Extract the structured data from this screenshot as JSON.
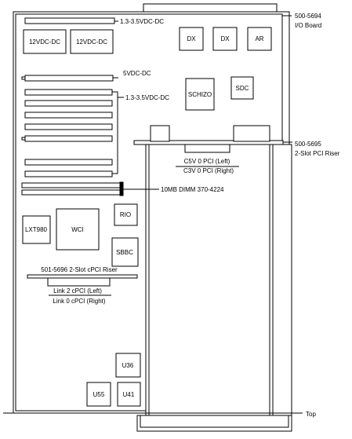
{
  "callouts": {
    "io_board_part": "500-5694",
    "io_board_name": "I/O Board",
    "riser_part": "500-5695",
    "riser_name": "2-Slot PCI Riser",
    "vdc_5": "5VDC-DC",
    "vdc_13_top": "1.3-3.5VDC-DC",
    "vdc_13_mid": "1.3-3.5VDC-DC",
    "dimm": "10MB DIMM 370-4224",
    "top": "Top"
  },
  "chips": {
    "dc12_a": "12VDC-DC",
    "dc12_b": "12VDC-DC",
    "dx1": "DX",
    "dx2": "DX",
    "ar": "AR",
    "schizo": "SCHIZO",
    "sdc": "SDC",
    "lxt": "LXT980",
    "wci": "WCI",
    "rio": "RIO",
    "sbbc": "SBBC",
    "u36": "U36",
    "u55": "U55",
    "u41": "U41"
  },
  "pci": {
    "line1": "C5V 0 PCI (Left)",
    "line2": "C3V 0 PCI (Right)"
  },
  "cpci": {
    "riser": "501-5696 2-Slot cPCI Riser",
    "line1": "Link 2 cPCI (Left)",
    "line2": "Link 0 cPCI (Right)"
  }
}
